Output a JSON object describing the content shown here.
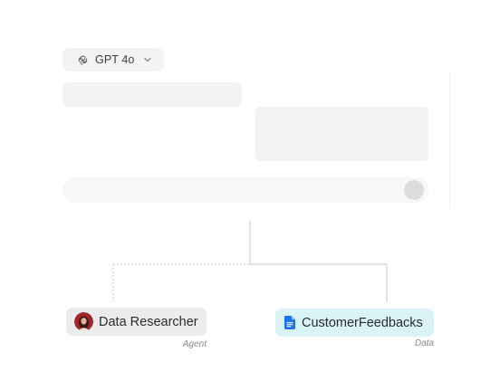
{
  "model_selector": {
    "label": "GPT 4o",
    "icon": "openai-icon",
    "dropdown_icon": "chevron-down-icon"
  },
  "chat": {
    "messages": [
      {
        "role": "user",
        "placeholder": true
      },
      {
        "role": "assistant",
        "placeholder": true
      }
    ],
    "send_icon": "send-icon"
  },
  "nodes": {
    "agent": {
      "label": "Data Researcher",
      "kind": "Agent",
      "icon": "avatar",
      "color": "#ececee"
    },
    "data": {
      "label": "CustomerFeedbacks",
      "kind": "Data",
      "icon": "document-icon",
      "color": "#d9f3f7",
      "icon_color": "#1a73e8"
    }
  },
  "connectors": {
    "agent_link_style": "dotted",
    "data_link_style": "solid",
    "line_color": "#d4d4d8"
  }
}
